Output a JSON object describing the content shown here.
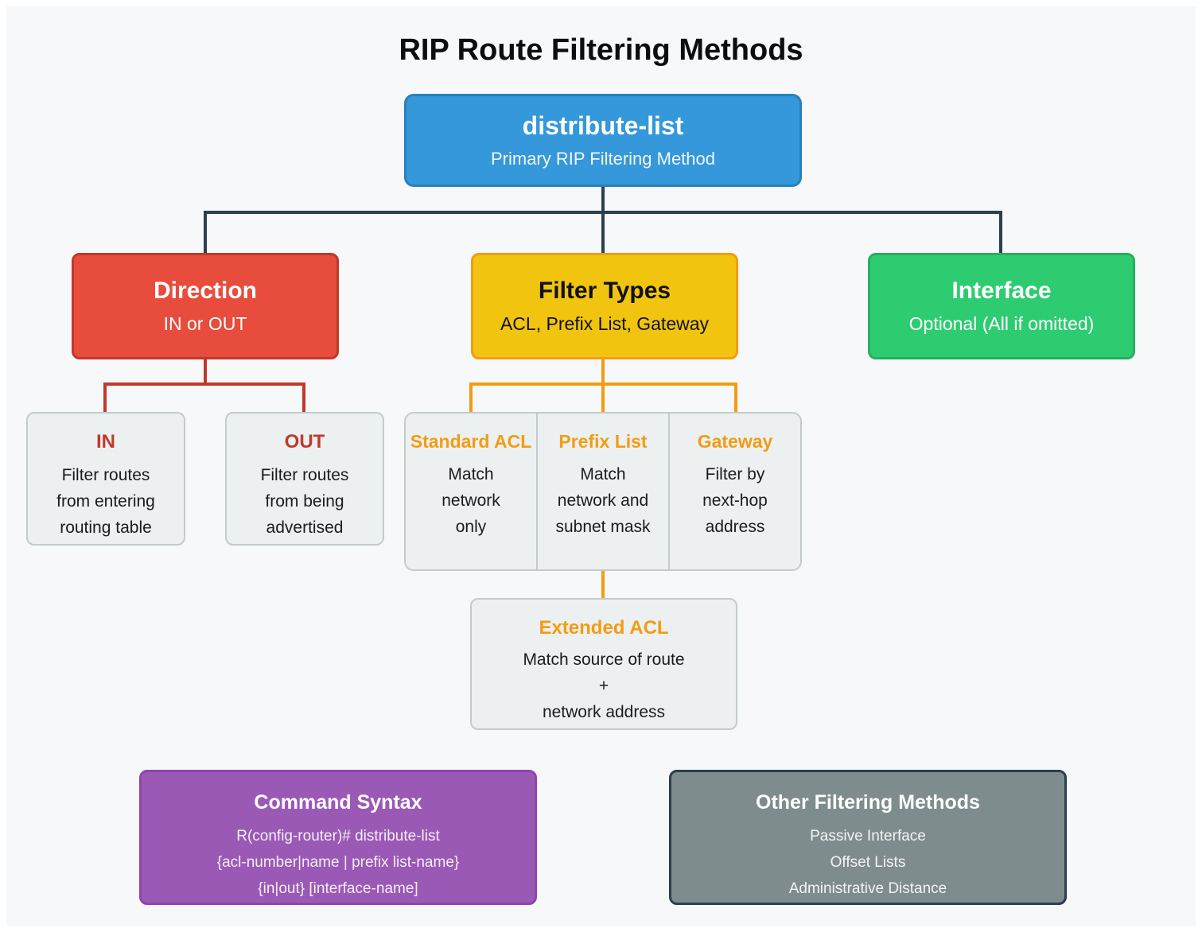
{
  "title": "RIP Route Filtering Methods",
  "root": {
    "title": "distribute-list",
    "subtitle": "Primary RIP Filtering Method"
  },
  "branches": {
    "direction": {
      "title": "Direction",
      "subtitle": "IN or OUT"
    },
    "filter_types": {
      "title": "Filter Types",
      "subtitle": "ACL, Prefix List, Gateway"
    },
    "interface": {
      "title": "Interface",
      "subtitle": "Optional (All if omitted)"
    }
  },
  "direction_children": {
    "in": {
      "title": "IN",
      "lines": [
        "Filter routes",
        "from entering",
        "routing table"
      ]
    },
    "out": {
      "title": "OUT",
      "lines": [
        "Filter routes",
        "from being",
        "advertised"
      ]
    }
  },
  "filter_children": {
    "standard_acl": {
      "title": "Standard ACL",
      "lines": [
        "Match",
        "network",
        "only"
      ]
    },
    "prefix_list": {
      "title": "Prefix List",
      "lines": [
        "Match",
        "network and",
        "subnet mask"
      ]
    },
    "gateway": {
      "title": "Gateway",
      "lines": [
        "Filter by",
        "next-hop",
        "address"
      ]
    }
  },
  "extended_acl": {
    "title": "Extended ACL",
    "lines": [
      "Match source of route",
      "+",
      "network address"
    ]
  },
  "command_syntax": {
    "title": "Command Syntax",
    "lines": [
      "R(config-router)# distribute-list",
      "{acl-number|name | prefix list-name}",
      "{in|out} [interface-name]"
    ]
  },
  "other_methods": {
    "title": "Other Filtering Methods",
    "lines": [
      "Passive Interface",
      "Offset Lists",
      "Administrative Distance"
    ]
  },
  "colors": {
    "background": "#f6f8fa",
    "root_blue": "#3498db",
    "root_blue_border": "#2980b9",
    "direction_red": "#e74c3c",
    "direction_red_border": "#c0392b",
    "filter_yellow": "#f1c40f",
    "filter_yellow_border": "#f39c12",
    "interface_green": "#2ecc71",
    "interface_green_border": "#27ae60",
    "detail_gray": "#ecf0f1",
    "detail_gray_border": "#c3cbce",
    "command_purple": "#9b59b6",
    "command_purple_border": "#8e44ad",
    "other_slate": "#7f8c8d",
    "connector_dark": "#2c3e50",
    "connector_red": "#c0392b",
    "connector_orange": "#f39c12",
    "heading_red": "#c0392b",
    "heading_orange": "#f39c12"
  }
}
